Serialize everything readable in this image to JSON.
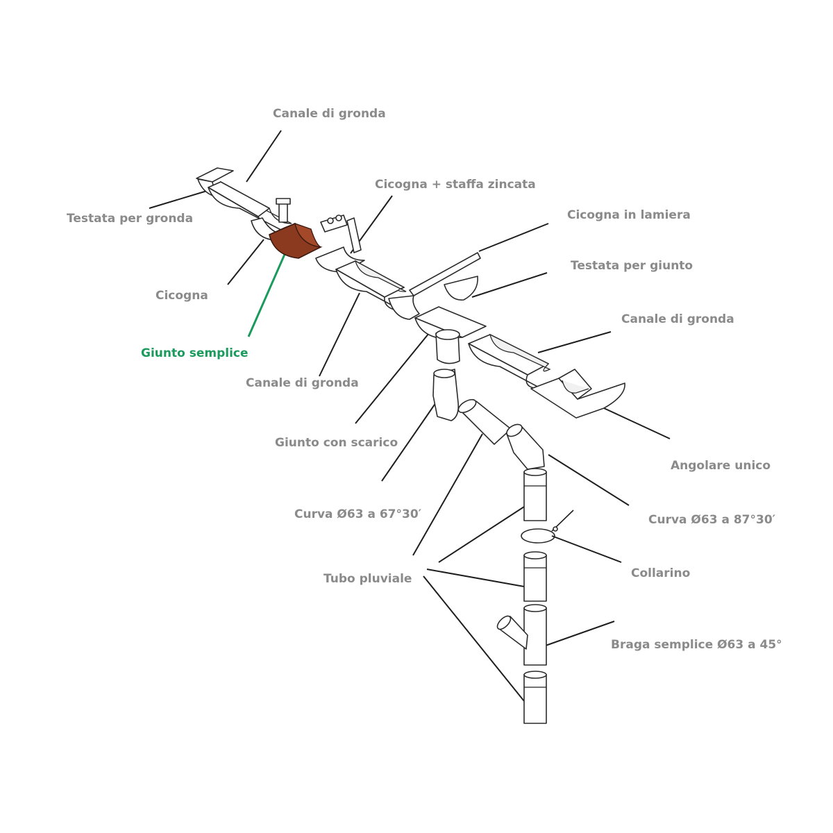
{
  "colors": {
    "label": "#8a8a8a",
    "highlight": "#1a9a5c",
    "leader": "#1e1e1e",
    "highlight_part": "#8b3a1f"
  },
  "labels": {
    "canale_top": "Canale di gronda",
    "testata_gronda": "Testata per gronda",
    "cicogna_staffa": "Cicogna + staffa zincata",
    "cicogna_lamiera": "Cicogna in lamiera",
    "testata_giunto": "Testata per giunto",
    "canale_right": "Canale di gronda",
    "cicogna": "Cicogna",
    "giunto_semplice": "Giunto semplice",
    "canale_mid": "Canale di gronda",
    "giunto_scarico": "Giunto con scarico",
    "angolare": "Angolare unico",
    "curva_67": "Curva Ø63 a 67°30′",
    "curva_87": "Curva Ø63 a 87°30′",
    "collarino": "Collarino",
    "tubo": "Tubo pluviale",
    "braga": "Braga semplice Ø63 a 45°"
  },
  "highlighted_part": "giunto_semplice"
}
